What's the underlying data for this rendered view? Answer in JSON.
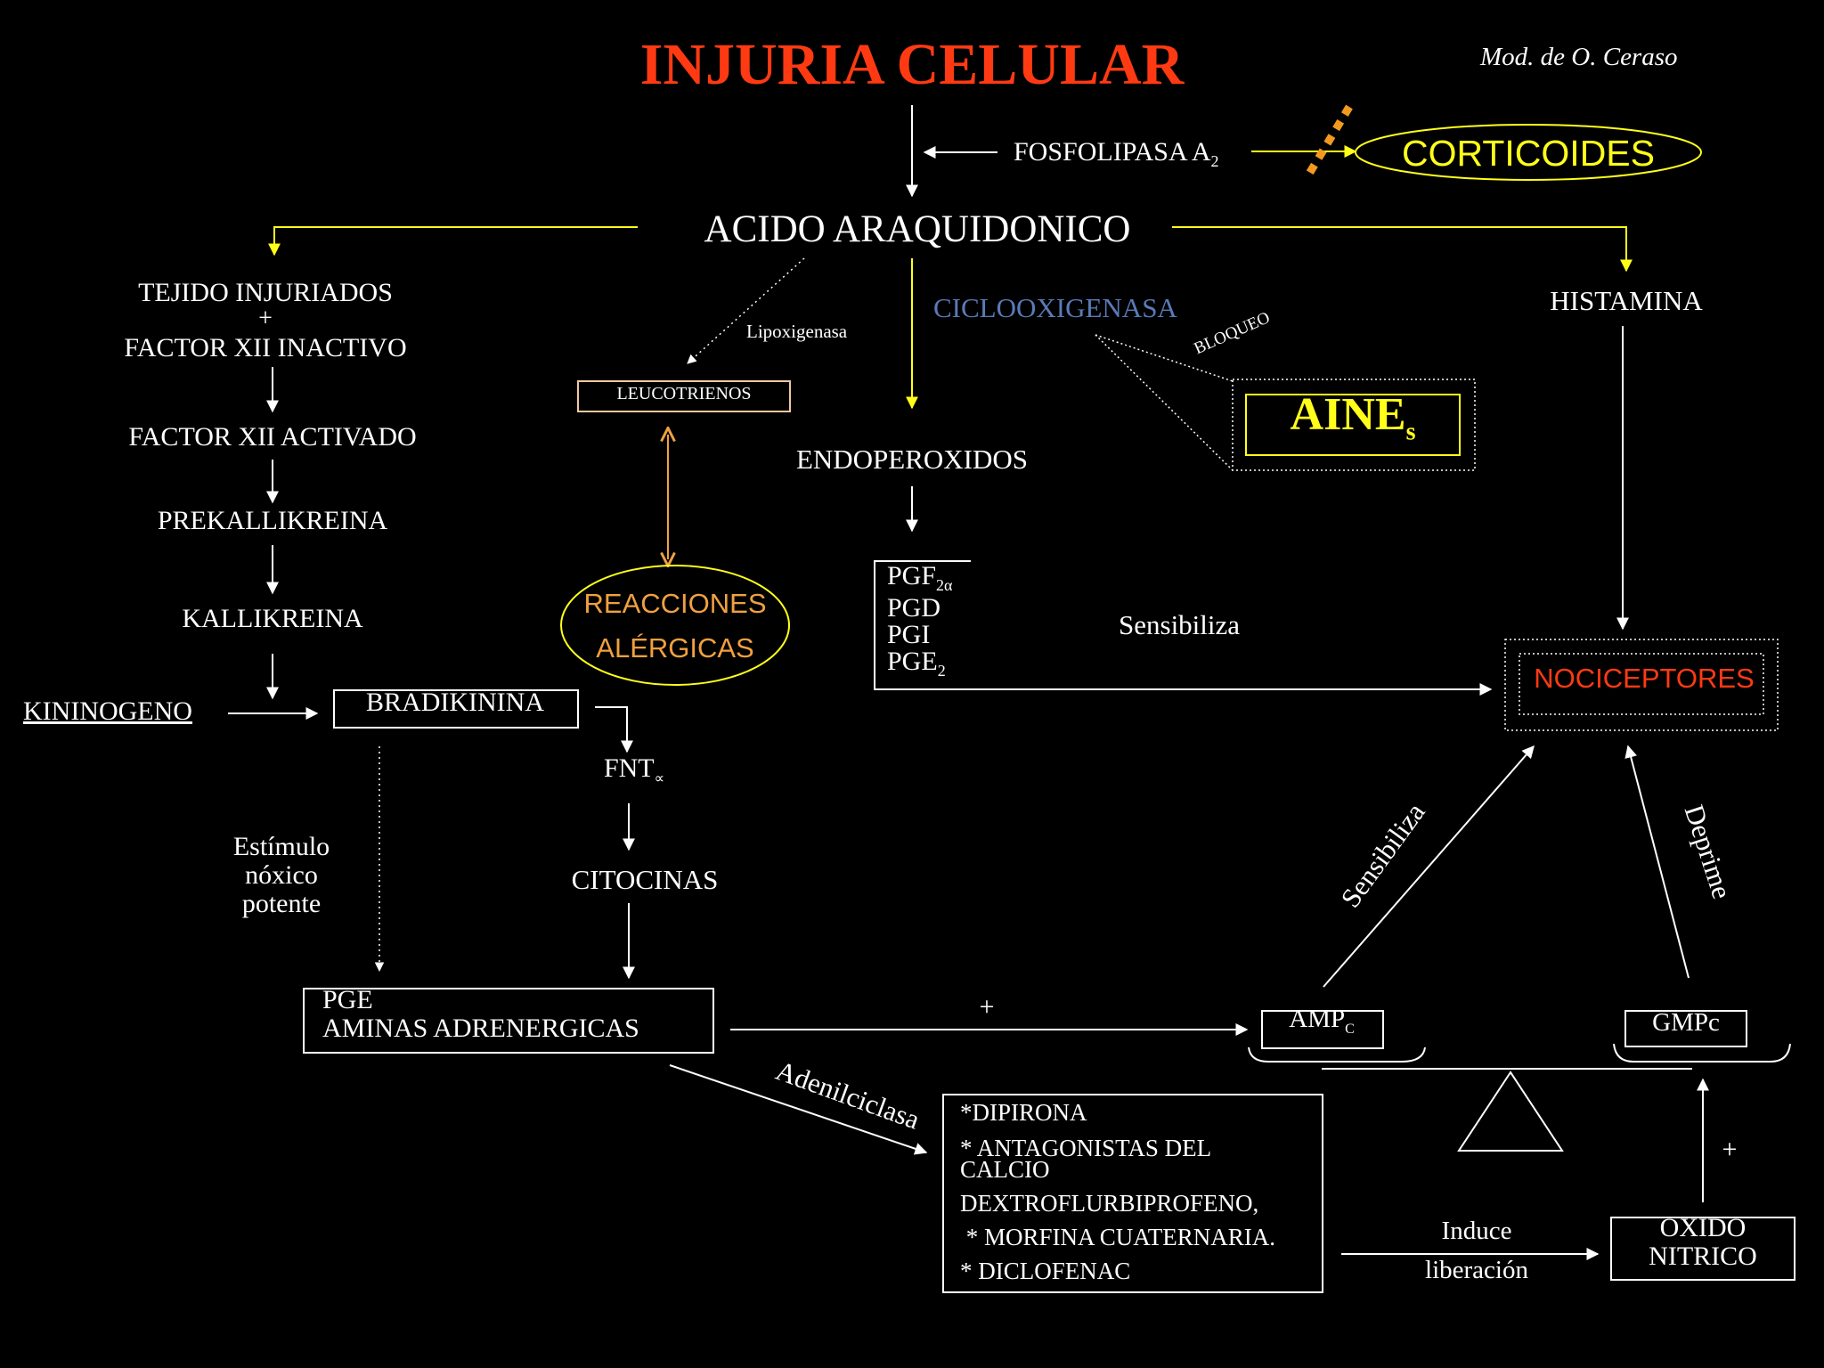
{
  "title": "INJURIA CELULAR",
  "credit": "Mod. de O. Ceraso",
  "colors": {
    "title": "#ff3a12",
    "yellow": "#ffff1a",
    "orange": "#f0a040",
    "blue": "#5a7ab8",
    "red": "#ff3a12",
    "dash": "#f29a1e"
  },
  "nodes": {
    "fosfolipasa": "FOSFOLIPASA A",
    "fosfolipasa_sub": "2",
    "corticoides": "CORTICOIDES",
    "acido": "ACIDO ARAQUIDONICO",
    "tejido_1": "TEJIDO INJURIADOS",
    "tejido_plus": "+",
    "tejido_2": "FACTOR XII INACTIVO",
    "factor_activado": "FACTOR XII ACTIVADO",
    "prekallikreina": "PREKALLIKREINA",
    "kallikreina": "KALLIKREINA",
    "kininogeno": "KININOGENO",
    "bradikinina": "BRADIKININA",
    "lipoxigenasa": "Lipoxigenasa",
    "leucotrienos": "LEUCOTRIENOS",
    "reacciones_1": "REACCIONES",
    "reacciones_2": "ALÉRGICAS",
    "ciclooxigenasa": "CICLOOXIGENASA",
    "bloqueo": "BLOQUEO",
    "aines": "AINE",
    "aines_sub": "s",
    "endoperoxidos": "ENDOPEROXIDOS",
    "pgf": "PGF",
    "pgf_sub": "2α",
    "pgd": "PGD",
    "pgi": "PGI",
    "pge2": "PGE",
    "pge2_sub": "2",
    "sensibiliza_mid": "Sensibiliza",
    "histamina": "HISTAMINA",
    "nociceptores": "NOCICEPTORES",
    "fnt": "FNT",
    "fnt_sub": "∝",
    "citocinas": "CITOCINAS",
    "estimulo_1": "Estímulo",
    "estimulo_2": "nóxico",
    "estimulo_3": "potente",
    "pge_box_1": "PGE",
    "pge_box_2": "AMINAS ADRENERGICAS",
    "plus_mid": "+",
    "adenilciclasa": "Adenilciclasa",
    "amp": "AMP",
    "amp_sub": "C",
    "gmp": "GMPc",
    "sensibiliza_diag": "Sensibiliza",
    "deprime": "Deprime",
    "drug_1": "*DIPIRONA",
    "drug_2a": "* ANTAGONISTAS DEL",
    "drug_2b": "CALCIO",
    "drug_3": "DEXTROFLURBIPROFENO,",
    "drug_4": " * MORFINA CUATERNARIA.",
    "drug_5": "* DICLOFENAC",
    "induce_1": "Induce",
    "induce_2": "liberación",
    "oxido_1": "OXIDO",
    "oxido_2": "NITRICO",
    "plus_right": "+"
  }
}
